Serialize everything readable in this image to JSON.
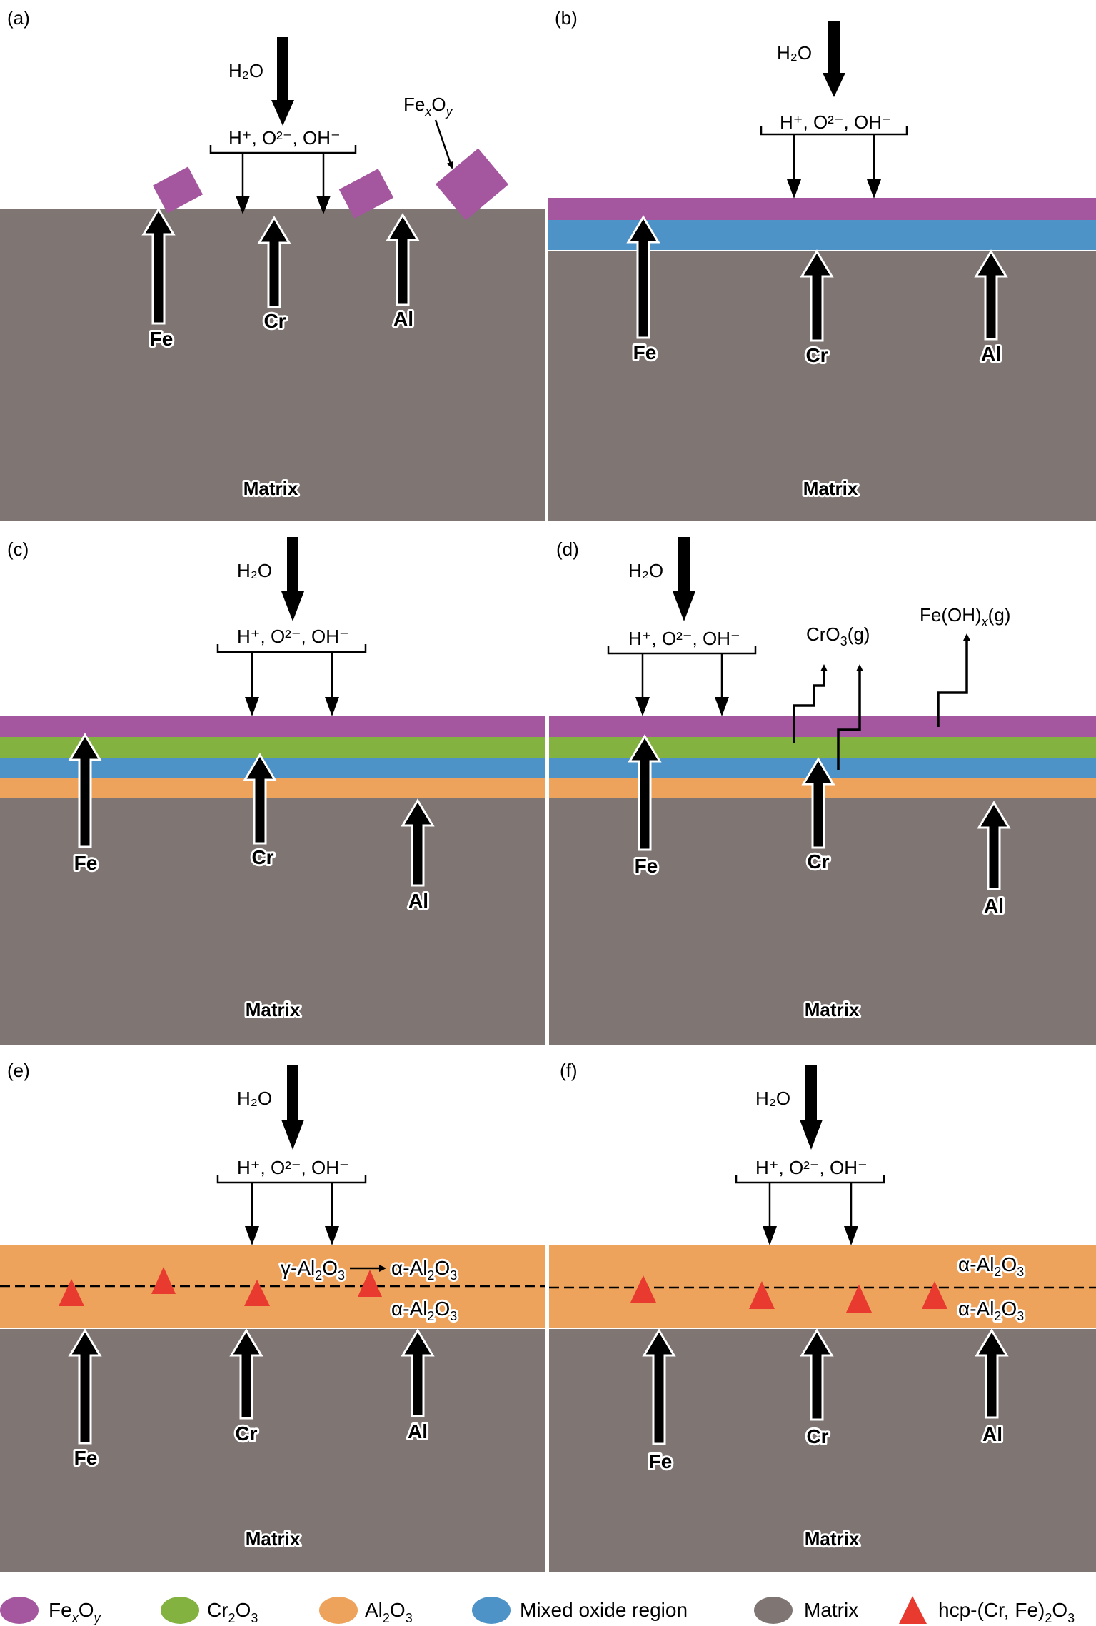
{
  "panels": {
    "a": {
      "label": "(a)",
      "h2o": "H₂O",
      "species": "H⁺, O²⁻, OH⁻",
      "feo": "Fe",
      "feo_x": "x",
      "feo_o": "O",
      "feo_y": "y",
      "fe": "Fe",
      "cr": "Cr",
      "al": "Al",
      "matrix": "Matrix"
    },
    "b": {
      "label": "(b)",
      "h2o": "H₂O",
      "species": "H⁺, O²⁻, OH⁻",
      "fe": "Fe",
      "cr": "Cr",
      "al": "Al",
      "matrix": "Matrix"
    },
    "c": {
      "label": "(c)",
      "h2o": "H₂O",
      "species": "H⁺, O²⁻, OH⁻",
      "fe": "Fe",
      "cr": "Cr",
      "al": "Al",
      "matrix": "Matrix"
    },
    "d": {
      "label": "(d)",
      "h2o": "H₂O",
      "species": "H⁺, O²⁻, OH⁻",
      "cro3": "CrO",
      "cro3_sub": "3",
      "cro3_tail": "(g)",
      "feoh": "Fe(OH)",
      "feoh_sub": "x",
      "feoh_tail": "(g)",
      "fe": "Fe",
      "cr": "Cr",
      "al": "Al",
      "matrix": "Matrix"
    },
    "e": {
      "label": "(e)",
      "h2o": "H₂O",
      "species": "H⁺, O²⁻, OH⁻",
      "gamma": "γ-Al",
      "alpha": "α-Al",
      "sub2": "2",
      "o": "O",
      "sub3": "3",
      "fe": "Fe",
      "cr": "Cr",
      "al": "Al",
      "matrix": "Matrix"
    },
    "f": {
      "label": "(f)",
      "h2o": "H₂O",
      "species": "H⁺, O²⁻, OH⁻",
      "alpha": "α-Al",
      "sub2": "2",
      "o": "O",
      "sub3": "3",
      "fe": "Fe",
      "cr": "Cr",
      "al": "Al",
      "matrix": "Matrix"
    }
  },
  "legend": {
    "feo": {
      "main": "Fe",
      "x": "x",
      "o": "O",
      "y": "y"
    },
    "cr2o3": {
      "main": "Cr",
      "s2": "2",
      "o": "O",
      "s3": "3"
    },
    "al2o3": {
      "main": "Al",
      "s2": "2",
      "o": "O",
      "s3": "3"
    },
    "mixed": "Mixed oxide region",
    "matrix": "Matrix",
    "hcp": {
      "main": "hcp-(Cr, Fe)",
      "s2": "2",
      "o": "O",
      "s3": "3"
    }
  },
  "colors": {
    "matrix": "#7f7674",
    "feo": "#a4569f",
    "cr2o3": "#84b240",
    "mixed": "#4d93c7",
    "al2o3": "#eda35c",
    "hcp": "#e83a2f",
    "arrow": "#000000"
  },
  "icons": {
    "ion-arrow": "down-arrow-icon",
    "diffusion-arrow": "up-arrow-icon",
    "hcp-precipitate": "triangle-icon"
  }
}
